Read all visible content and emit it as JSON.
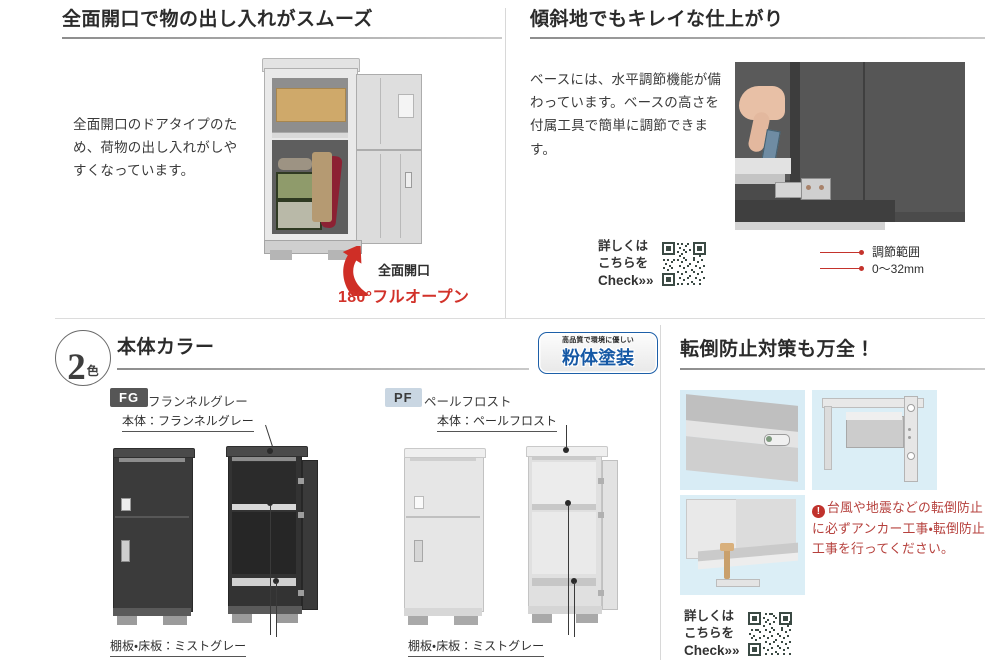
{
  "page": {
    "sections": {
      "full_open": {
        "title": "全面開口で物の出し入れがスムーズ",
        "body": "全面開口のドアタイプのため、荷物の出し入れがしやすくなっています。",
        "callout_small": "全面開口",
        "callout_big": "180°フルオープン"
      },
      "slope": {
        "title": "傾斜地でもキレイな仕上がり",
        "body": "ベースには、水平調節機能が備わっています。ベースの高さを付属工具で簡単に調節できます。",
        "qr": {
          "line1": "詳しくは",
          "line2": "こちらを",
          "line3": "Check",
          "chevron": "»»",
          "icon": "qr-code-icon"
        },
        "annotation": {
          "label": "調節範囲",
          "value": "0〜32mm"
        }
      },
      "body_color": {
        "badge_number": "2",
        "badge_unit": "色",
        "title": "本体カラー",
        "powder_badge": {
          "arc_text": "高品質で環境に優しい",
          "main_text": "粉体塗装",
          "accent": "#1558a5"
        },
        "colors": [
          {
            "code": "FG",
            "name": "フランネルグレー",
            "body_label": "本体：フランネルグレー",
            "shelf_label": "棚板・床板：ミストグレー",
            "swatch": "#565656"
          },
          {
            "code": "PF",
            "name": "ペールフロスト",
            "body_label": "本体：ペールフロスト",
            "shelf_label": "棚板・床板：ミストグレー",
            "swatch": "#c9d6e2"
          }
        ]
      },
      "anti_tip": {
        "title": "転倒防止対策も万全！",
        "warning": "台風や地震などの転倒防止に必ずアンカー工事・転倒防止工事を行ってください。",
        "warning_icon": "exclamation-icon",
        "qr": {
          "line1": "詳しくは",
          "line2": "こちらを",
          "line3": "Check",
          "chevron": "»»",
          "icon": "qr-code-icon"
        }
      }
    }
  }
}
